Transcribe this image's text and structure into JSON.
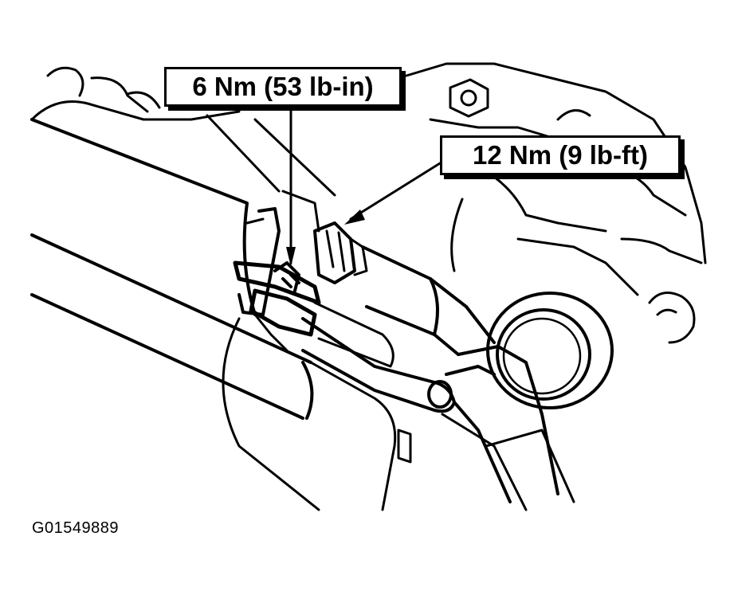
{
  "callouts": {
    "small_bolt_torque": "6 Nm (53 lb-in)",
    "large_nut_torque": "12 Nm (9 lb-ft)"
  },
  "figure_id": "G01549889",
  "colors": {
    "line": "#000000",
    "background": "#ffffff"
  }
}
